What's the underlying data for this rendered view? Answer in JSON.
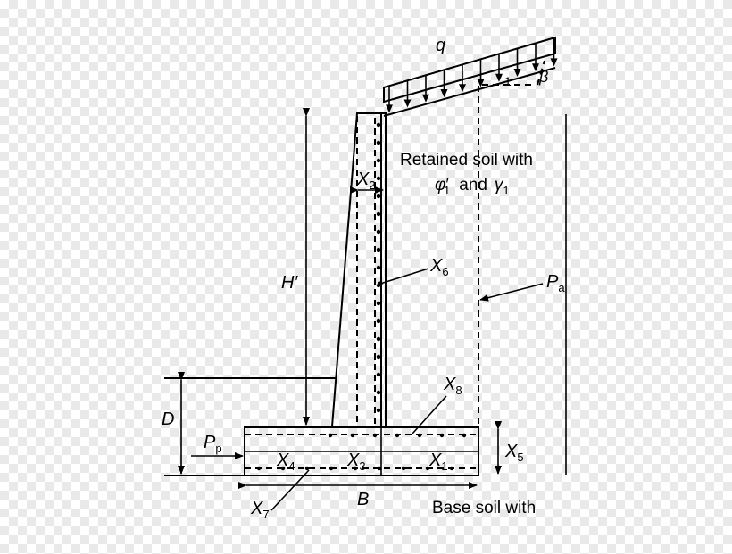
{
  "labels": {
    "q": "q",
    "beta": "β",
    "retained_line1": "Retained soil with",
    "phi": "φ",
    "phi_prime": "′",
    "phi_sub": "1",
    "and_text": "and",
    "gamma": "γ",
    "gamma_sub": "1",
    "X": "X",
    "x1_sub": "1",
    "x2_sub": "2",
    "x3_sub": "3",
    "x4_sub": "4",
    "x5_sub": "5",
    "x6_sub": "6",
    "x7_sub": "7",
    "x8_sub": "8",
    "H_prime": "H′",
    "D": "D",
    "P": "P",
    "pp_sub": "p",
    "pa_sub": "a",
    "B": "B",
    "base_soil": "Base soil with",
    "slope_ratio": "1"
  }
}
